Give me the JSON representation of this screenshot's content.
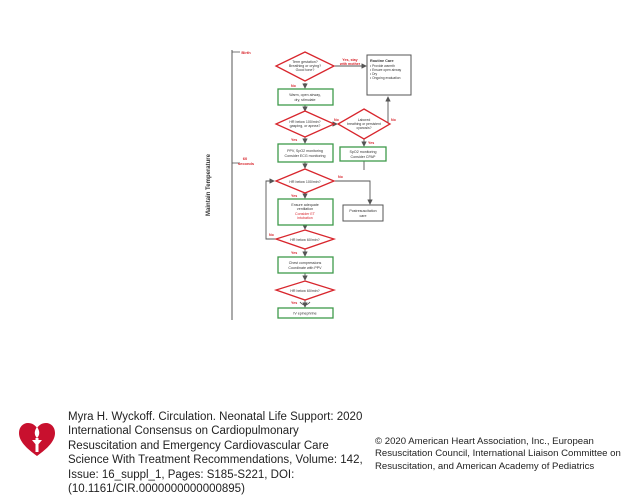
{
  "diagram": {
    "side_label": "Maintain Temperature",
    "birth_label": "Birth",
    "sixty_label_1": "60",
    "sixty_label_2": "seconds",
    "colors": {
      "decision": "#d8262d",
      "process": "#3e9a4a",
      "box_fill": "#ffffff",
      "line": "#555555",
      "label_red": "#d8262d"
    },
    "decisions": {
      "d1": [
        "Term gestation?",
        "Breathing or crying?",
        "Good tone?"
      ],
      "d2": [
        "HR below 100/min?",
        "gasping, or apnea?"
      ],
      "d3": [
        "Labored",
        "breathing or persistent",
        "cyanosis?"
      ],
      "d4": [
        "HR below 100/min?"
      ],
      "d5": [
        "HR below 60/min?"
      ],
      "d6": [
        "HR below 60/min?"
      ]
    },
    "boxes": {
      "routine": [
        "Routine Care",
        "• Provide warmth",
        "• Ensure open airway",
        "• Dry",
        "• Ongoing evaluation"
      ],
      "warm": [
        "Warm, open airway,",
        "dry, stimulate"
      ],
      "ppv": [
        "PPV, SpO2 monitoring",
        "Consider ECG monitoring"
      ],
      "spo2": [
        "SpO2 monitoring",
        "Consider CPAP"
      ],
      "ensure": [
        "Ensure adequate",
        "ventilation"
      ],
      "ett": [
        "Consider ET",
        "intubation"
      ],
      "post": [
        "Postresuscitation",
        "care"
      ],
      "chest": [
        "Chest compressions",
        "Coordinate with PPV"
      ],
      "iv": [
        "IV epinephrine"
      ]
    },
    "arrow_labels": {
      "yes_stay": [
        "Yes, stay",
        "with mother"
      ],
      "no": "No",
      "yes": "Yes"
    }
  },
  "citation": "Myra H. Wyckoff. Circulation. Neonatal Life Support: 2020 International Consensus on Cardiopulmonary Resuscitation and Emergency Cardiovascular Care Science With Treatment Recommendations, Volume: 142, Issue: 16_suppl_1, Pages: S185-S221, DOI: (10.1161/CIR.0000000000000895)",
  "copyright": "© 2020 American Heart Association, Inc., European Resuscitation Council, International Liaison Committee on Resuscitation, and American Academy of Pediatrics",
  "logo": {
    "name": "heart-torch-logo",
    "color": "#c8102e"
  }
}
